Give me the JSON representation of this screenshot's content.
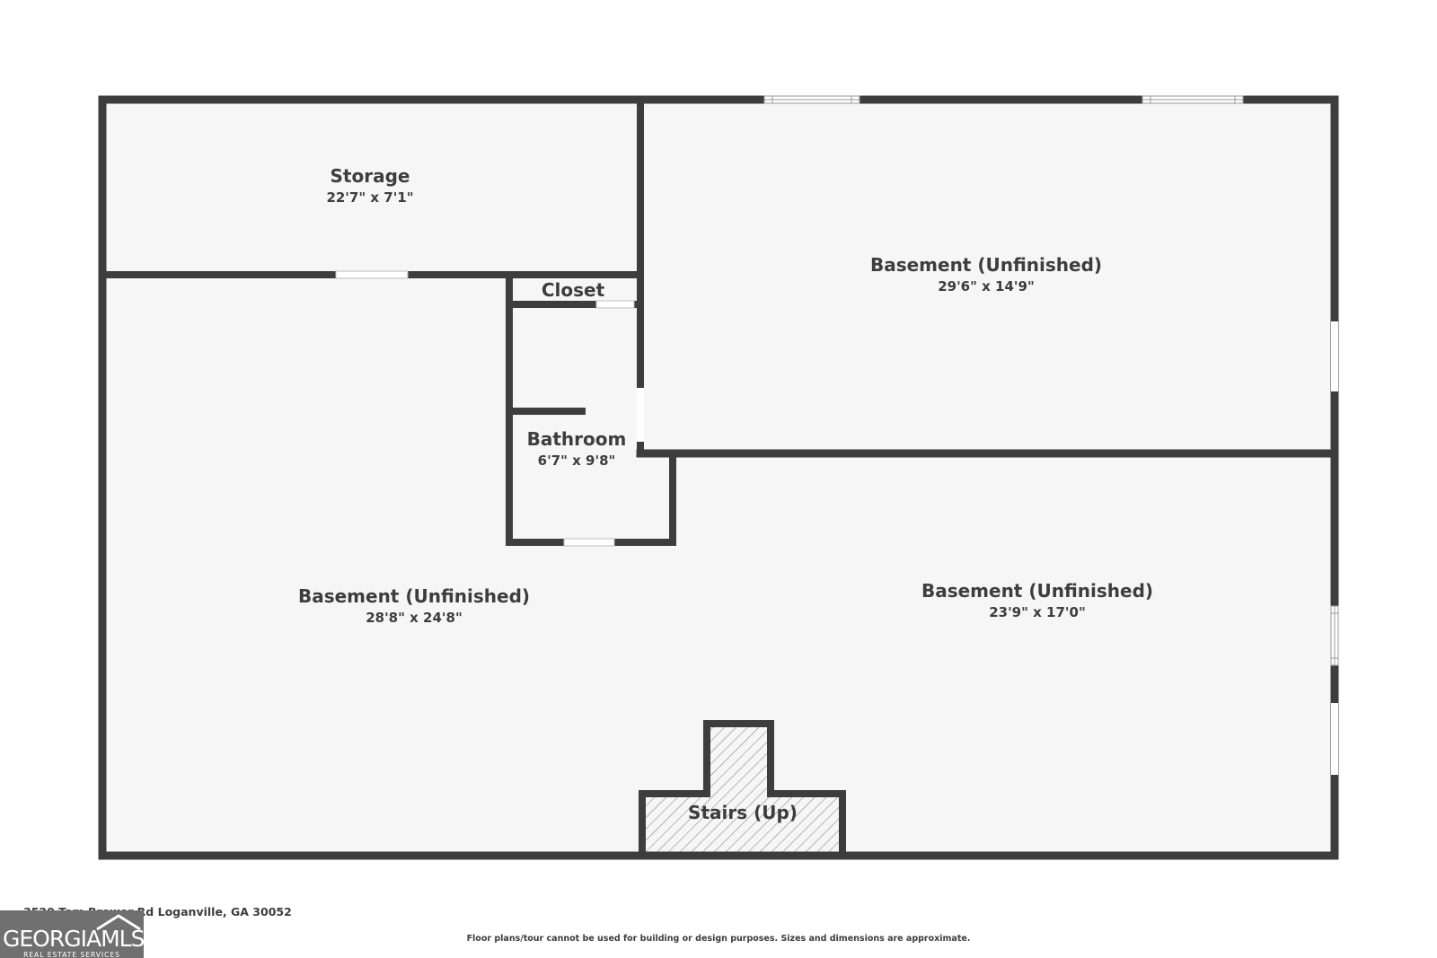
{
  "rooms": [
    {
      "name": "Storage",
      "dims": "22'7\" x 7'1\""
    },
    {
      "name": "Basement (Unfinished)",
      "dims": "29'6\" x 14'9\""
    },
    {
      "name": "Closet"
    },
    {
      "name": "Bathroom",
      "dims": "6'7\" x 9'8\""
    },
    {
      "name": "Basement (Unfinished)",
      "dims": "28'8\" x 24'8\""
    },
    {
      "name": "Basement (Unfinished)",
      "dims": "23'9\" x 17'0\""
    },
    {
      "name": "Stairs (Up)"
    }
  ],
  "footer": {
    "address": "3520 Tom Brewer Rd Loganville, GA 30052",
    "disclaimer": "Floor plans/tour cannot be used for building or design purposes. Sizes and dimensions are approximate."
  },
  "logo": {
    "main": "GEORGIAMLS",
    "sub": "REAL ESTATE SERVICES"
  },
  "colors": {
    "wall": "#3d3d3d",
    "floor": "#f6f6f6",
    "opening": "#ffffff",
    "logo_bg": "#707070"
  }
}
